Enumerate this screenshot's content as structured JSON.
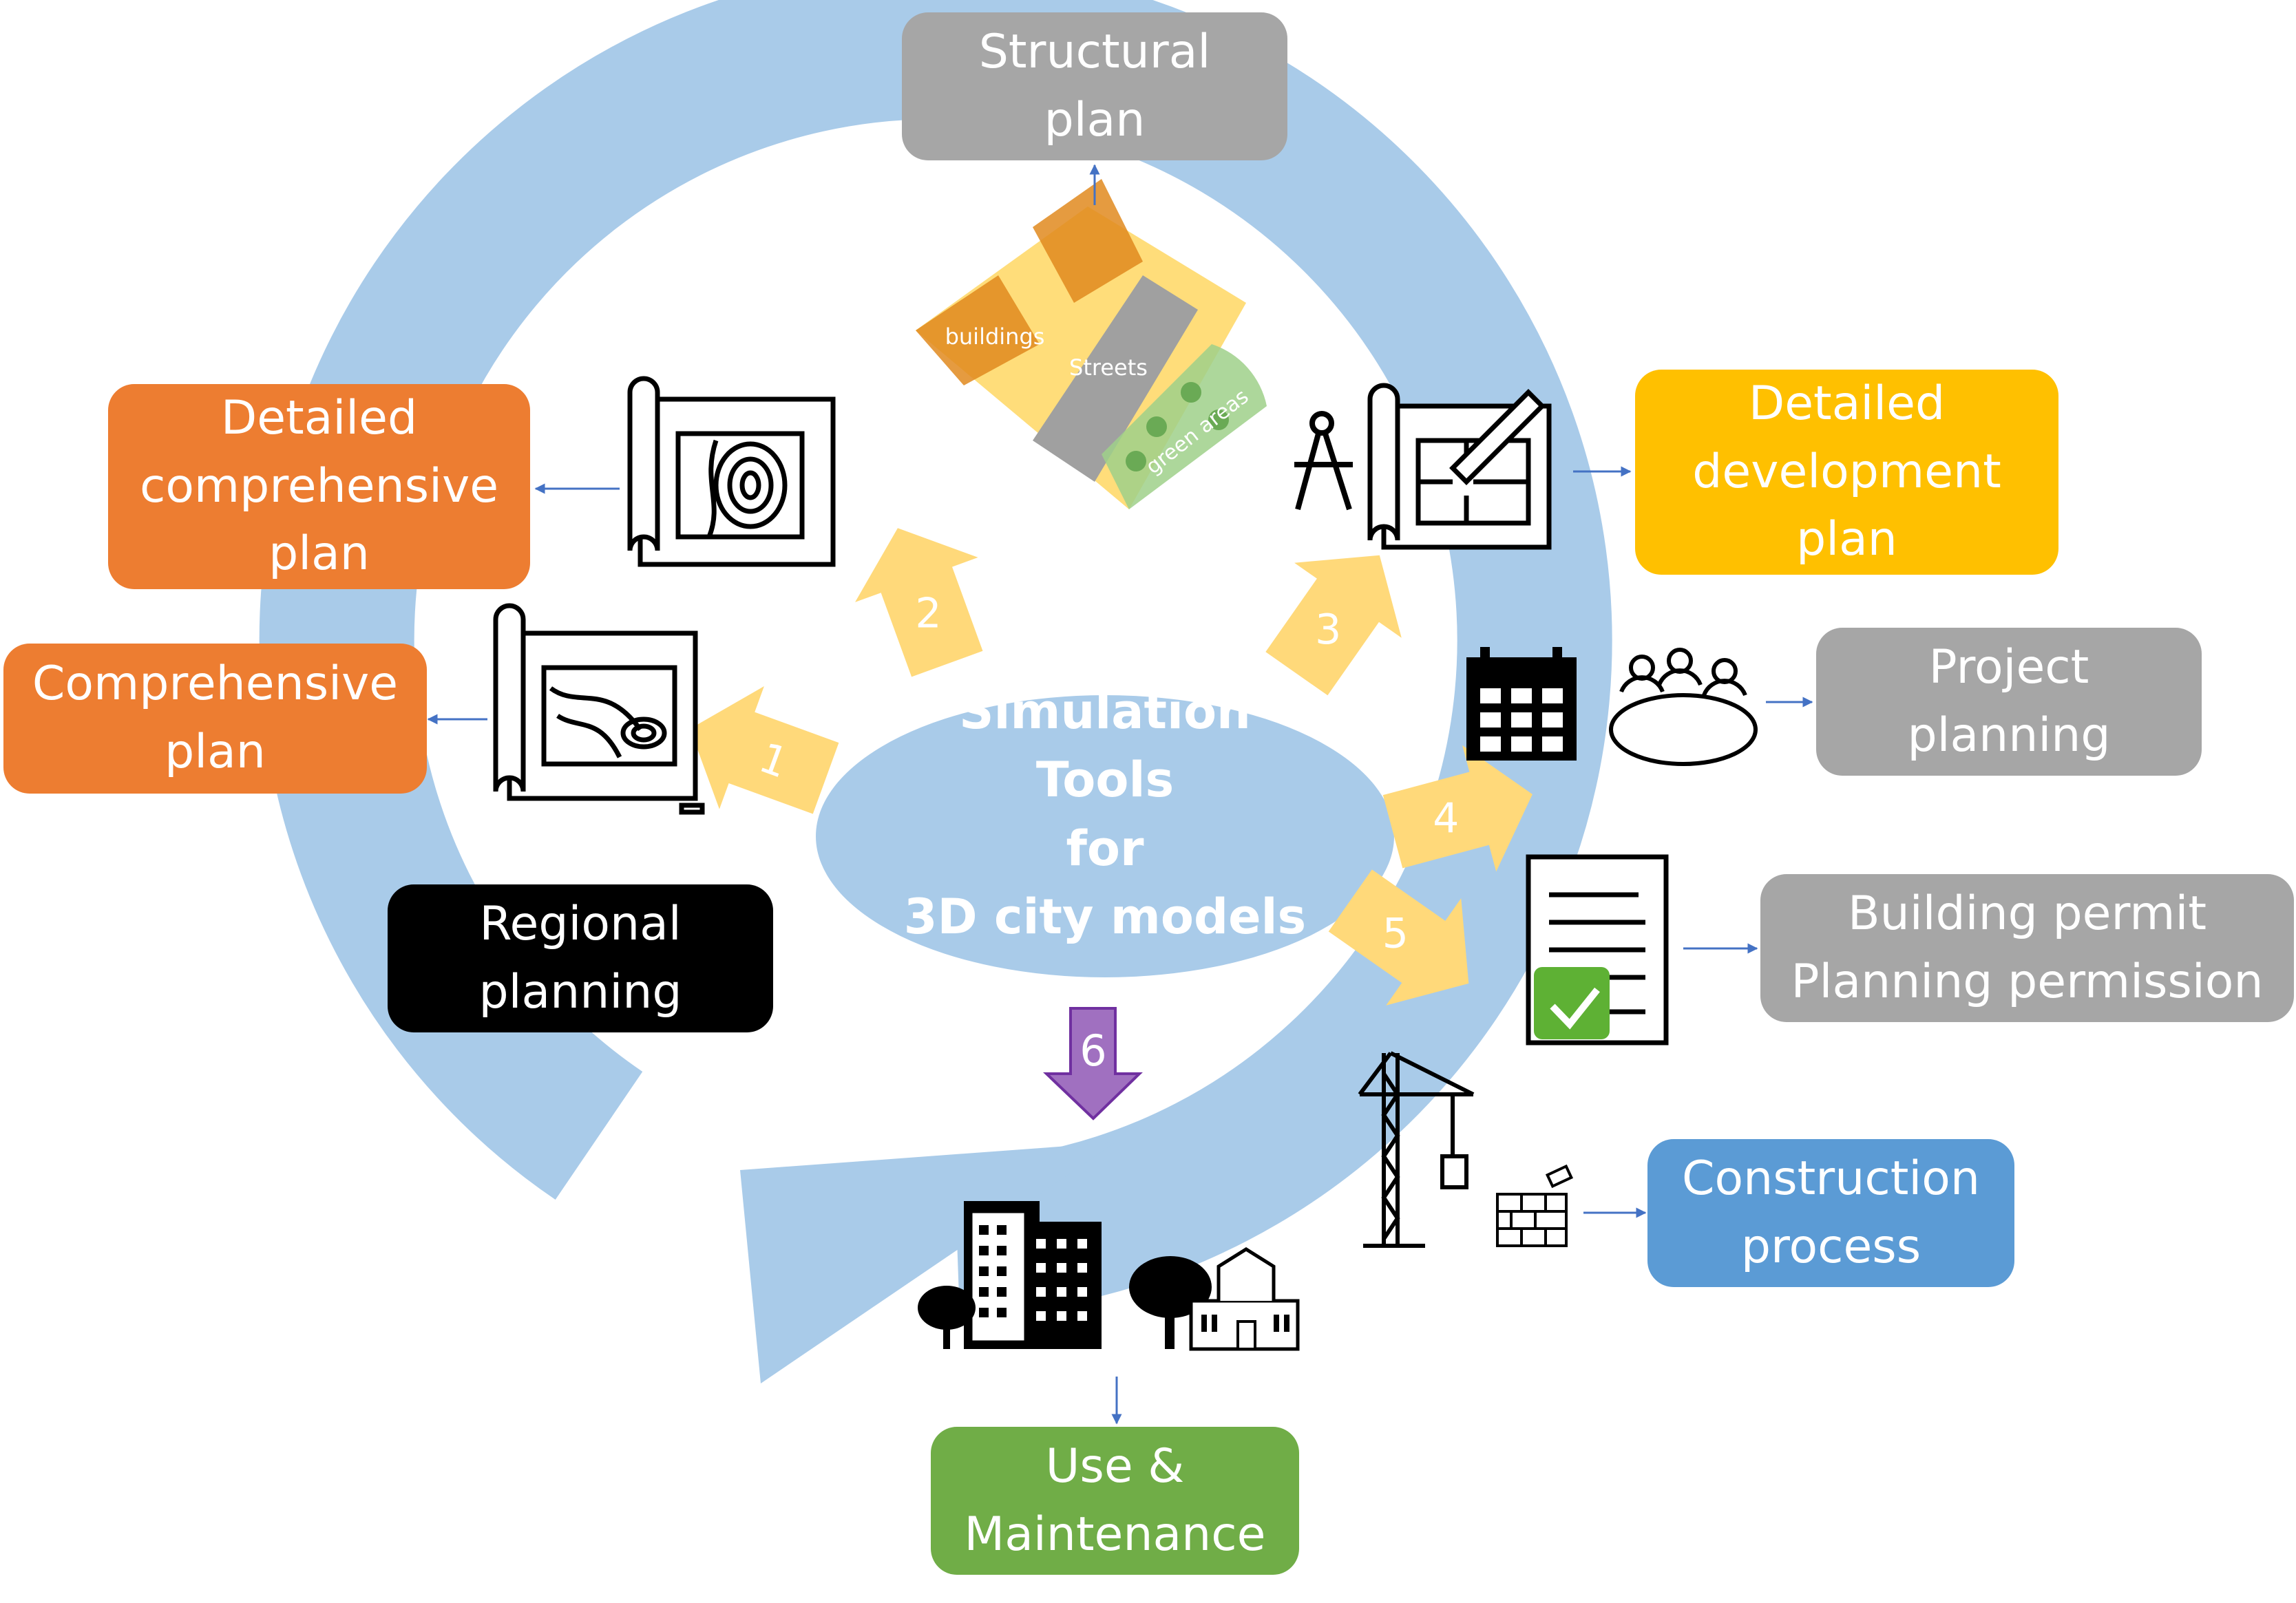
{
  "center": {
    "line1": "Simulation",
    "line2": "Tools",
    "line3": "for",
    "line4": "3D city models"
  },
  "boxes": {
    "structural_plan": {
      "line1": "Structural",
      "line2": "plan",
      "color": "#a6a6a6"
    },
    "detailed_comprehensive_plan": {
      "line1": "Detailed",
      "line2": "comprehensive",
      "line3": "plan",
      "color": "#ed7d31"
    },
    "comprehensive_plan": {
      "line1": "Comprehensive",
      "line2": "plan",
      "color": "#ed7d31"
    },
    "regional_planning": {
      "line1": "Regional",
      "line2": "planning",
      "color": "#000000"
    },
    "detailed_development_plan": {
      "line1": "Detailed",
      "line2": "development",
      "line3": "plan",
      "color": "#ffc000"
    },
    "project_planning": {
      "line1": "Project",
      "line2": "planning",
      "color": "#a6a6a6"
    },
    "building_permit": {
      "line1": "Building permit",
      "line2": "Planning permission",
      "color": "#a6a6a6"
    },
    "construction_process": {
      "line1": "Construction",
      "line2": "process",
      "color": "#5b9bd5"
    },
    "use_maintenance": {
      "line1": "Use &",
      "line2": "Maintenance",
      "color": "#70ad47"
    }
  },
  "step_numbers": {
    "s1": "1",
    "s2": "2",
    "s3": "3",
    "s4": "4",
    "s5": "5",
    "s6": "6"
  },
  "urban_plan_labels": {
    "buildings": "buildings",
    "streets": "Streets",
    "green_areas": "green areas"
  },
  "colors": {
    "cycle_arrow": "#a9cbe9",
    "center_ellipse": "#a9cbe9",
    "step_arrow": "#ffd97a",
    "step6_arrow": "#a070c0",
    "connector": "#4472c4"
  },
  "icons": {
    "contour_map_blueprint": "contour-map-blueprint-icon",
    "topographic_blueprint": "topographic-blueprint-icon",
    "compass_drafting": "drafting-compass-icon",
    "floorplan_pencil": "floorplan-pencil-icon",
    "calendar": "calendar-icon",
    "meeting_table": "meeting-icon",
    "document_check": "approved-document-icon",
    "crane": "crane-icon",
    "bricks": "brick-wall-icon",
    "city_buildings": "city-buildings-icon",
    "school_house": "school-building-icon"
  }
}
